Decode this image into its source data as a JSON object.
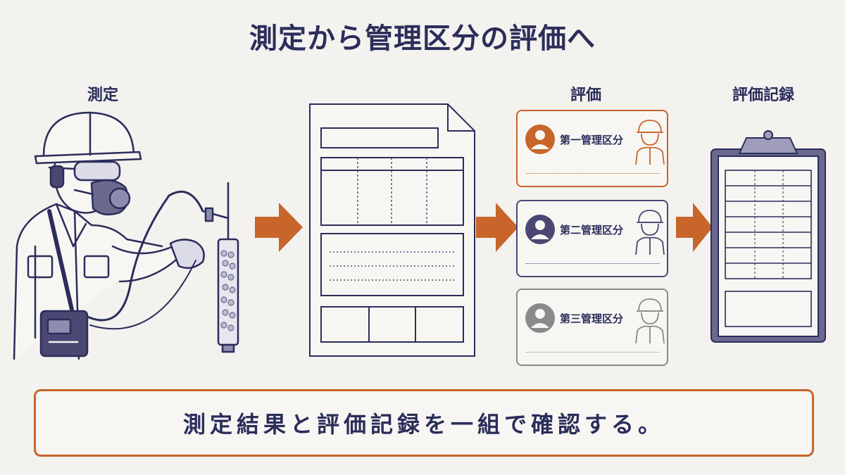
{
  "title": "測定から管理区分の評価へ",
  "labels": {
    "measurement": "測定",
    "evaluation": "評価",
    "record": "評価記録"
  },
  "evaluation_cards": [
    {
      "label": "第一管理区分",
      "color": "#c8652a"
    },
    {
      "label": "第二管理区分",
      "color": "#4a4873"
    },
    {
      "label": "第三管理区分",
      "color": "#8a8a8a"
    }
  ],
  "summary": "測定結果と評価記録を一組で確認する。",
  "colors": {
    "navy": "#2b2d5a",
    "orange": "#c8652a",
    "purple": "#4a4873",
    "gray": "#8a8a8a",
    "clipboard_frame": "#5b5a86"
  },
  "icons": {
    "worker": "worker-with-respirator-icon",
    "document": "report-document-icon",
    "clipboard": "clipboard-icon",
    "arrow": "right-arrow-icon",
    "avatar": "person-avatar-icon",
    "helmet_worker": "helmet-worker-icon"
  }
}
